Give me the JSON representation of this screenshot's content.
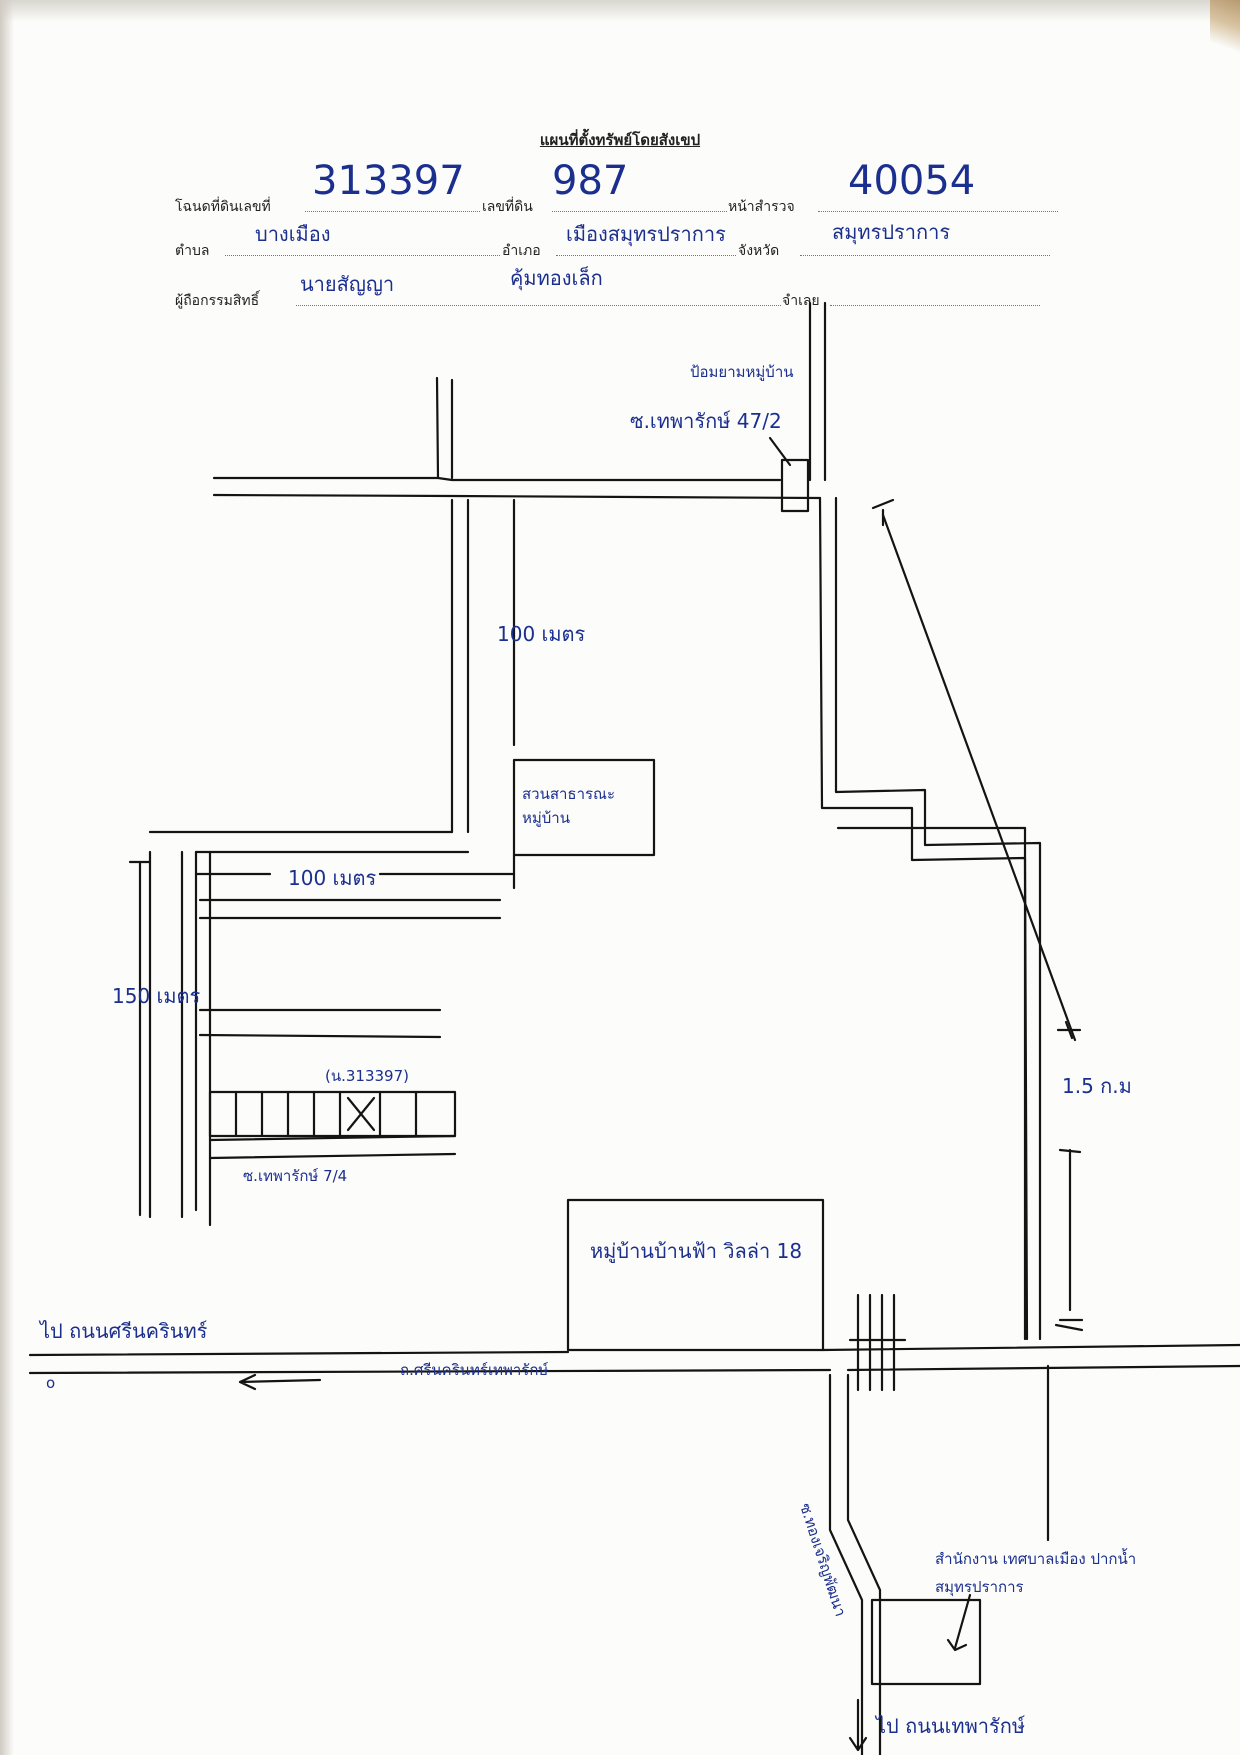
{
  "document": {
    "title": "แผนที่ตั้งทรัพย์โดยสังเขป",
    "labels": {
      "deed_no": "โฉนดที่ดินเลขที่",
      "land_no": "เลขที่ดิน",
      "survey_page": "หน้าสำรวจ",
      "subdistrict": "ตำบล",
      "district": "อำเภอ",
      "province": "จังหวัด",
      "owner": "ผู้ถือกรรมสิทธิ์",
      "defendant": "จำเลย"
    },
    "values": {
      "deed_no": "313397",
      "land_no": "987",
      "survey_page": "40054",
      "subdistrict": "บางเมือง",
      "district": "เมืองสมุทรปราการ",
      "province": "สมุทรปราการ",
      "owner": "นายสัญญา",
      "owner_surname": "คุ้มทองเล็ก"
    }
  },
  "map": {
    "labels": {
      "police_box": "ป้อมยามหมู่บ้าน",
      "soi_47_2": "ซ.เทพารักษ์ 47/2",
      "dist_100_top": "100 เมตร",
      "village_park": "สวนสาธารณะ หมู่บ้าน",
      "dist_100_left": "100 เมตร",
      "dist_150": "150 เมตร",
      "deed_ref": "(น.313397)",
      "soi_7_4": "ซ.เทพารักษ์ 7/4",
      "dist_1_5km": "1.5 ก.ม",
      "village_name": "หมู่บ้านบ้านฟ้า วิลล่า 18",
      "to_srinakarin": "ไป ถนนศรีนครินทร์",
      "road_main": "ถ.ศรีนครินทร์เทพารักษ์",
      "soi_vertical": "ซ.ทองเจริญพัฒนา",
      "office": "สำนักงาน เทศบาลเมือง ปากน้ำสมุทรปราการ",
      "to_bottom": "ไป ถนนเทพารักษ์",
      "origin_mark": "o"
    }
  }
}
